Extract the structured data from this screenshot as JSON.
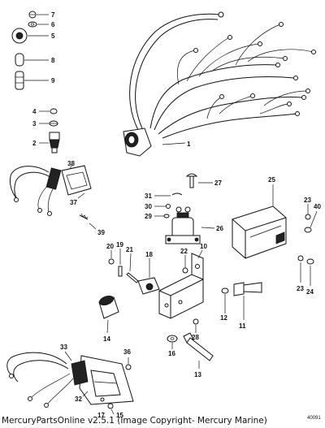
{
  "diagram": {
    "figure_id": "40091",
    "callouts": [
      {
        "label": "1"
      },
      {
        "label": "2"
      },
      {
        "label": "3"
      },
      {
        "label": "4"
      },
      {
        "label": "5"
      },
      {
        "label": "6"
      },
      {
        "label": "7"
      },
      {
        "label": "8"
      },
      {
        "label": "9"
      },
      {
        "label": "10"
      },
      {
        "label": "11"
      },
      {
        "label": "12"
      },
      {
        "label": "13"
      },
      {
        "label": "14"
      },
      {
        "label": "15"
      },
      {
        "label": "16"
      },
      {
        "label": "17"
      },
      {
        "label": "18"
      },
      {
        "label": "19"
      },
      {
        "label": "20"
      },
      {
        "label": "21"
      },
      {
        "label": "22"
      },
      {
        "label": "23"
      },
      {
        "label": "23"
      },
      {
        "label": "24"
      },
      {
        "label": "25"
      },
      {
        "label": "26"
      },
      {
        "label": "27"
      },
      {
        "label": "28"
      },
      {
        "label": "29"
      },
      {
        "label": "30"
      },
      {
        "label": "31"
      },
      {
        "label": "32"
      },
      {
        "label": "33"
      },
      {
        "label": "36"
      },
      {
        "label": "37"
      },
      {
        "label": "38"
      },
      {
        "label": "39"
      },
      {
        "label": "40"
      }
    ]
  },
  "footer": {
    "text": "MercuryPartsOnline v2.5.1 (Image Copyright- Mercury Marine)"
  }
}
